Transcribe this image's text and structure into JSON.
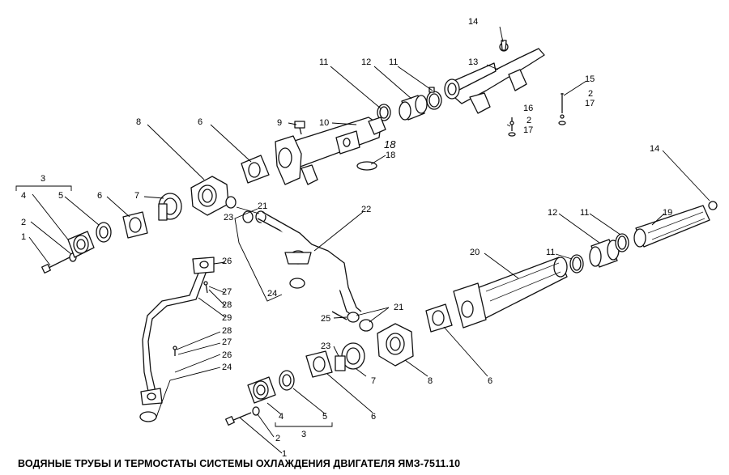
{
  "caption": "ВОДЯНЫЕ ТРУБЫ И ТЕРМОСТАТЫ СИСТЕМЫ ОХЛАЖДЕНИЯ ДВИГАТЕЛЯ ЯМЗ-7511.10",
  "callouts": {
    "c1a": "1",
    "c2a": "2",
    "c3a": "3",
    "c4a": "4",
    "c5a": "5",
    "c6a": "6",
    "c7a": "7",
    "c8a": "8",
    "c9": "9",
    "c10": "10",
    "c11a": "11",
    "c12a": "12",
    "c11b": "11",
    "c13": "13",
    "c14a": "14",
    "c15": "15",
    "c2b": "2",
    "c17a": "17",
    "c16": "16",
    "c2c": "2",
    "c17b": "17",
    "c18h": "18",
    "c18": "18",
    "c21a": "21",
    "c23a": "23",
    "c22": "22",
    "c24a": "24",
    "c26a": "26",
    "c27a": "27",
    "c28a": "28",
    "c29": "29",
    "c28b": "28",
    "c27b": "27",
    "c26b": "26",
    "c24b": "24",
    "c25": "25",
    "c21b": "21",
    "c23b": "23",
    "c7b": "7",
    "c8b": "8",
    "c6b": "6",
    "c6c": "6",
    "c5b": "5",
    "c4b": "4",
    "c3b": "3",
    "c2d": "2",
    "c1b": "1",
    "c14b": "14",
    "c12b": "12",
    "c11c": "11",
    "c19": "19",
    "c20": "20",
    "c11d": "11"
  }
}
